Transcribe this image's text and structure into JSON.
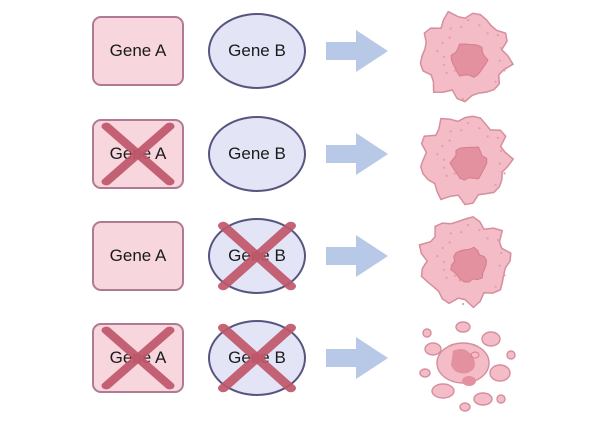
{
  "diagram": {
    "rows": [
      {
        "gene_a": {
          "label": "Gene A",
          "knocked_out": false
        },
        "gene_b": {
          "label": "Gene B",
          "knocked_out": false
        },
        "outcome": "healthy-cell"
      },
      {
        "gene_a": {
          "label": "Gene A",
          "knocked_out": true
        },
        "gene_b": {
          "label": "Gene B",
          "knocked_out": false
        },
        "outcome": "healthy-cell"
      },
      {
        "gene_a": {
          "label": "Gene A",
          "knocked_out": false
        },
        "gene_b": {
          "label": "Gene B",
          "knocked_out": true
        },
        "outcome": "healthy-cell"
      },
      {
        "gene_a": {
          "label": "Gene A",
          "knocked_out": true
        },
        "gene_b": {
          "label": "Gene B",
          "knocked_out": true
        },
        "outcome": "dead-cell"
      }
    ],
    "colors": {
      "gene_a_fill": "#f7d6de",
      "gene_a_border": "#b07a92",
      "gene_b_fill": "#e3e4f6",
      "gene_b_border": "#57557f",
      "cross": "#c0576a",
      "arrow": "#b7c9e6",
      "cell_fill": "#f4bcc6",
      "cell_border": "#d48f9e",
      "nucleus": "#e3909f"
    }
  }
}
